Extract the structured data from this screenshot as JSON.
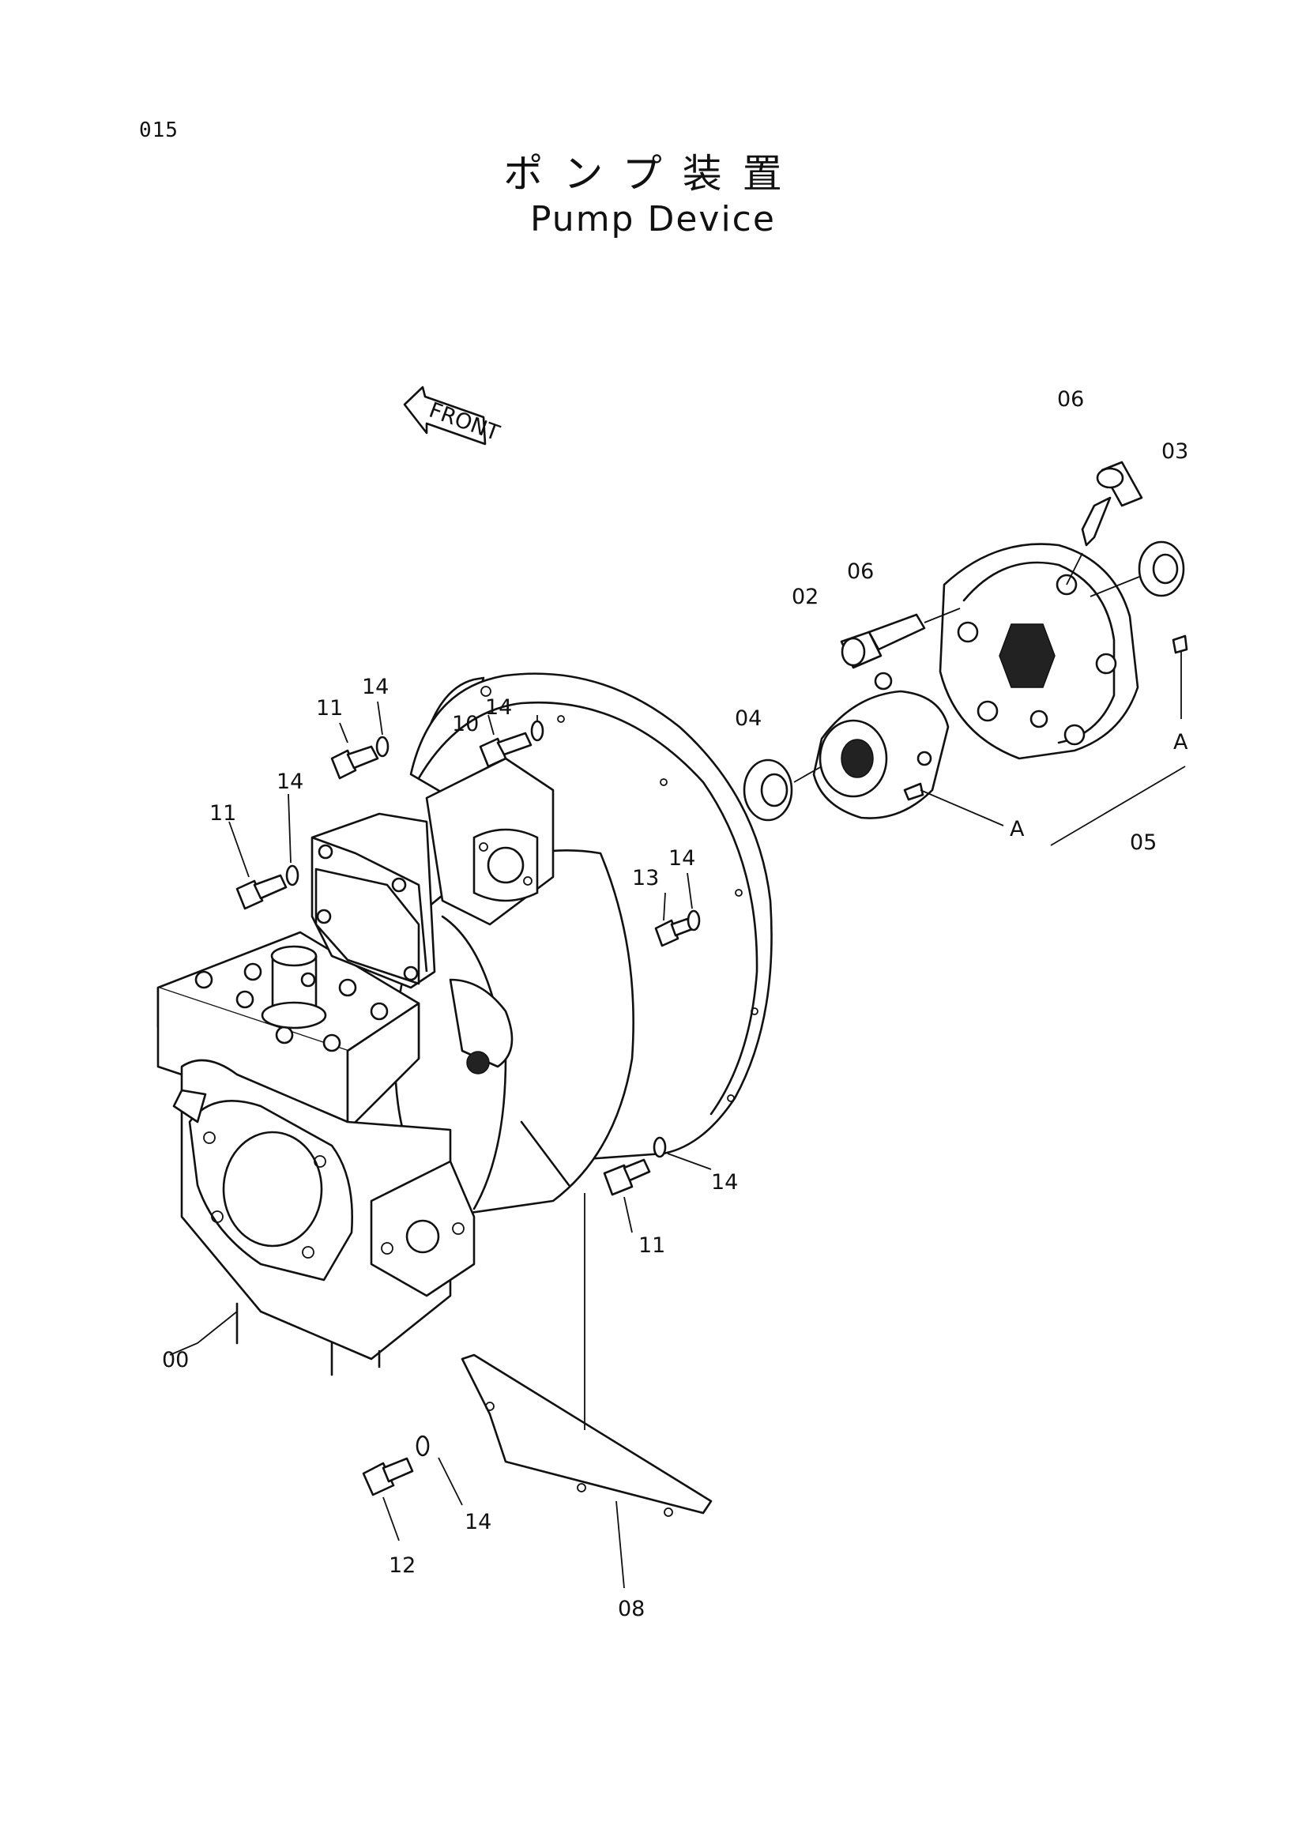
{
  "page": {
    "number": "015"
  },
  "title": {
    "japanese": "ポンプ装置",
    "english": "Pump Device"
  },
  "direction_marker": {
    "label": "FRONT"
  },
  "callouts": [
    {
      "id": "06",
      "label": "06"
    },
    {
      "id": "03",
      "label": "03"
    },
    {
      "id": "06b",
      "label": "06"
    },
    {
      "id": "02",
      "label": "02"
    },
    {
      "id": "04",
      "label": "04"
    },
    {
      "id": "A1",
      "label": "A"
    },
    {
      "id": "A2",
      "label": "A"
    },
    {
      "id": "05",
      "label": "05"
    },
    {
      "id": "11a",
      "label": "11"
    },
    {
      "id": "14a",
      "label": "14"
    },
    {
      "id": "10",
      "label": "10"
    },
    {
      "id": "14b",
      "label": "14"
    },
    {
      "id": "14c",
      "label": "14"
    },
    {
      "id": "11b",
      "label": "11"
    },
    {
      "id": "13",
      "label": "13"
    },
    {
      "id": "14d",
      "label": "14"
    },
    {
      "id": "14e",
      "label": "14"
    },
    {
      "id": "11c",
      "label": "11"
    },
    {
      "id": "00",
      "label": "00"
    },
    {
      "id": "14f",
      "label": "14"
    },
    {
      "id": "12",
      "label": "12"
    },
    {
      "id": "08",
      "label": "08"
    }
  ]
}
